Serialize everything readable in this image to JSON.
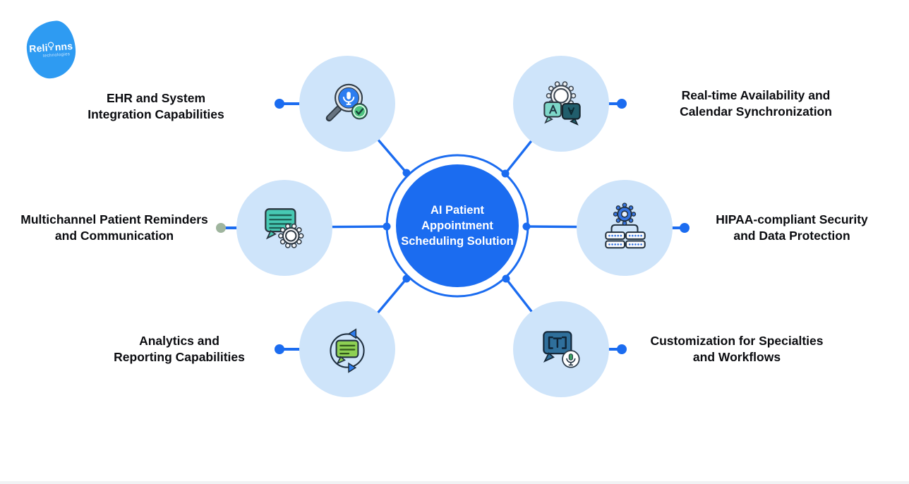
{
  "colors": {
    "primary": "#1B6CF0",
    "light_blue": "#CEE4FA",
    "logo_blue": "#2E9BF2",
    "text_dark": "#0B0C10",
    "sage_dot": "#9FB59E",
    "icon_teal": "#47C9B3",
    "icon_dark_teal": "#215E6C",
    "icon_green": "#8ED054",
    "icon_check_green": "#4FC581",
    "icon_steel_blue": "#2F6F9B",
    "icon_gear_blue": "#3674E0",
    "icon_lens_blue": "#2D7DF0"
  },
  "logo": {
    "brand_left": "Reli",
    "brand_right": "nns",
    "tagline": "technologies"
  },
  "hub": {
    "title_lines": [
      "AI Patient",
      "Appointment",
      "Scheduling Solution"
    ]
  },
  "features": [
    {
      "id": "ehr-integration",
      "icon": "voice-search-check-icon",
      "lines": [
        "EHR and System",
        "Integration Capabilities"
      ]
    },
    {
      "id": "realtime-availability",
      "icon": "language-chat-gear-icon",
      "lines": [
        "Real-time Availability and",
        "Calendar Synchronization"
      ]
    },
    {
      "id": "multichannel-reminders",
      "icon": "chat-bubble-gear-icon",
      "lines": [
        "Multichannel Patient Reminders",
        "and Communication"
      ]
    },
    {
      "id": "hipaa-security",
      "icon": "server-gear-icon",
      "lines": [
        "HIPAA-compliant Security",
        "and Data Protection"
      ]
    },
    {
      "id": "analytics-reporting",
      "icon": "chat-sync-arrows-icon",
      "lines": [
        "Analytics and",
        "Reporting Capabilities"
      ]
    },
    {
      "id": "customization-workflows",
      "icon": "chat-text-mic-icon",
      "lines": [
        "Customization for Specialties",
        "and Workflows"
      ]
    }
  ]
}
